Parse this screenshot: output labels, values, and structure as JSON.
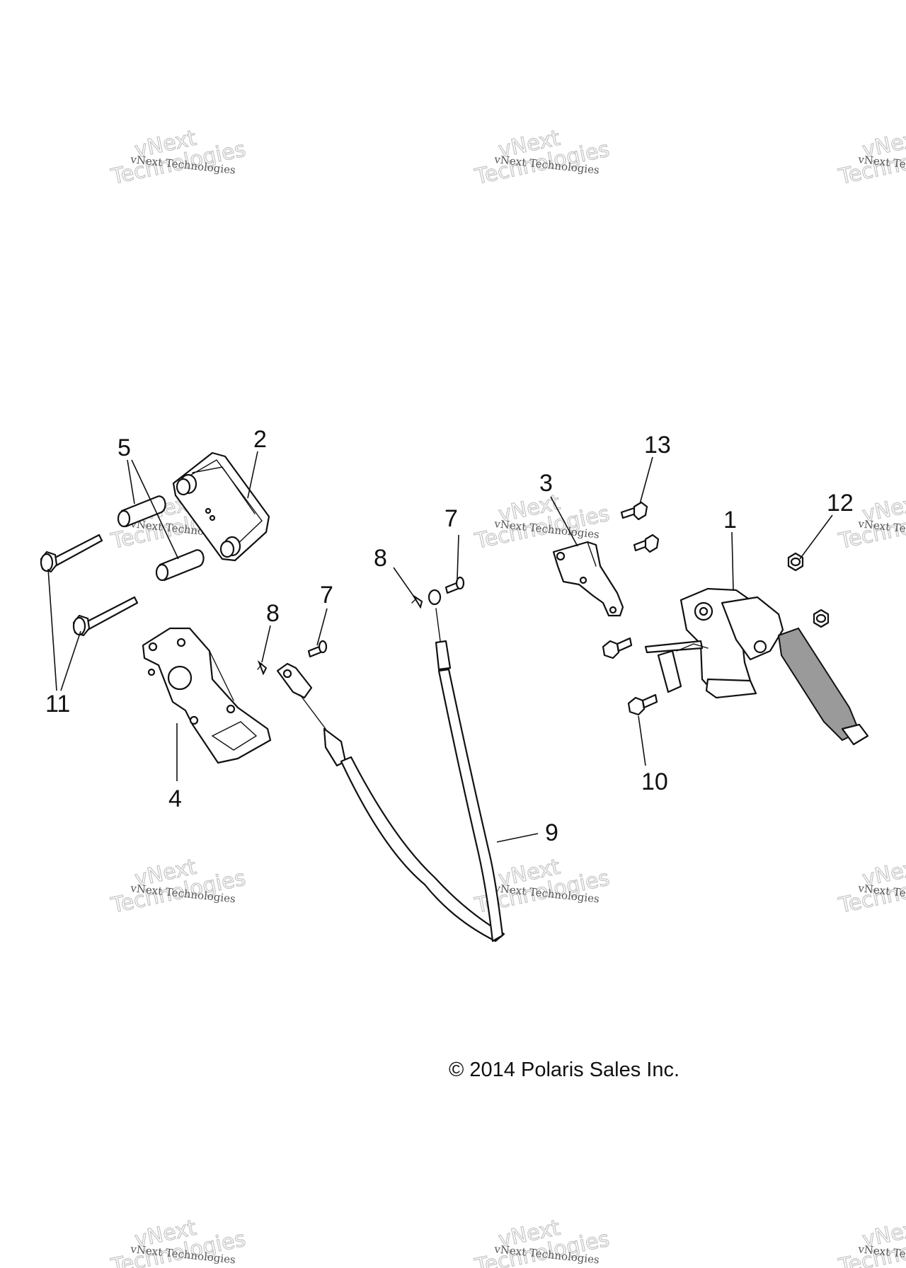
{
  "copyright": "© 2014 Polaris Sales Inc.",
  "watermark": {
    "line_small": "vNext Technologies",
    "word_top": "vNext",
    "word_big": "Technologies",
    "color": "#c4c4c4"
  },
  "callouts": [
    {
      "id": "1",
      "label": "1"
    },
    {
      "id": "2",
      "label": "2"
    },
    {
      "id": "3",
      "label": "3"
    },
    {
      "id": "4",
      "label": "4"
    },
    {
      "id": "5",
      "label": "5"
    },
    {
      "id": "7a",
      "label": "7"
    },
    {
      "id": "7b",
      "label": "7"
    },
    {
      "id": "8a",
      "label": "8"
    },
    {
      "id": "8b",
      "label": "8"
    },
    {
      "id": "9",
      "label": "9"
    },
    {
      "id": "10",
      "label": "10"
    },
    {
      "id": "11",
      "label": "11"
    },
    {
      "id": "12",
      "label": "12"
    },
    {
      "id": "13",
      "label": "13"
    }
  ]
}
